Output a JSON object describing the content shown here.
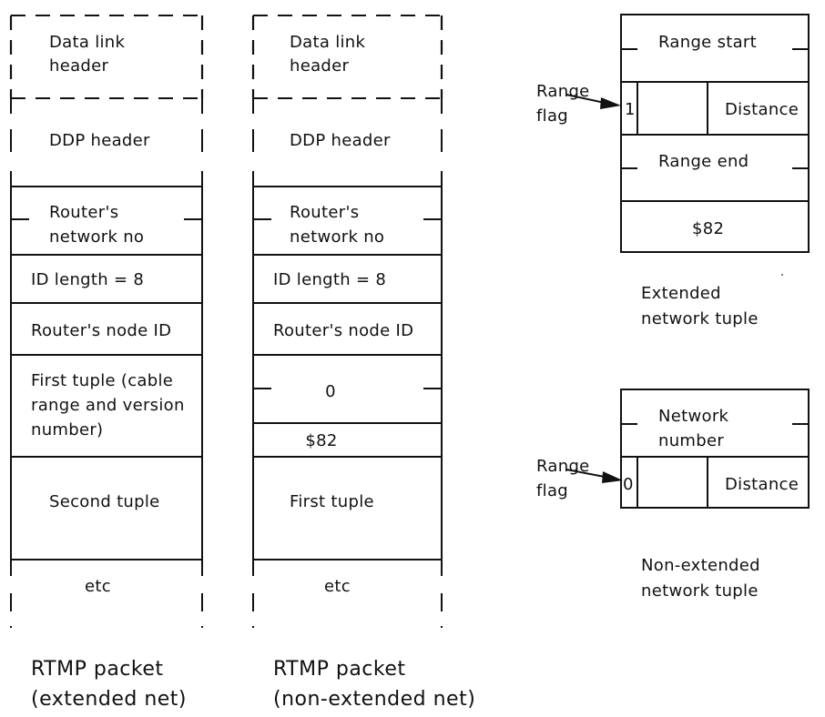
{
  "extended_packet": {
    "fields": [
      {
        "lines": [
          "Data link",
          "header"
        ]
      },
      {
        "lines": [
          "DDP header"
        ]
      },
      {
        "lines": [
          "Router's",
          "network no"
        ]
      },
      {
        "lines": [
          "ID length = 8"
        ]
      },
      {
        "lines": [
          "Router's node ID"
        ]
      },
      {
        "lines": [
          "First tuple (cable",
          "range and version",
          "number)"
        ]
      },
      {
        "lines": [
          "Second tuple"
        ]
      },
      {
        "lines": [
          "etc"
        ]
      }
    ],
    "caption": [
      "RTMP packet",
      "(extended net)"
    ]
  },
  "nonextended_packet": {
    "fields": [
      {
        "lines": [
          "Data link",
          "header"
        ]
      },
      {
        "lines": [
          "DDP header"
        ]
      },
      {
        "lines": [
          "Router's",
          "network no"
        ]
      },
      {
        "lines": [
          "ID length = 8"
        ]
      },
      {
        "lines": [
          "Router's node ID"
        ]
      },
      {
        "lines": [
          "0"
        ]
      },
      {
        "lines": [
          "$82"
        ]
      },
      {
        "lines": [
          "First tuple"
        ]
      },
      {
        "lines": [
          "etc"
        ]
      }
    ],
    "caption": [
      "RTMP packet",
      "(non-extended net)"
    ]
  },
  "extended_tuple": {
    "range_start": "Range start",
    "range_flag_value": "1",
    "distance": "Distance",
    "range_end": "Range end",
    "version": "$82",
    "pointer_label": [
      "Range",
      "flag"
    ],
    "caption": [
      "Extended",
      "network tuple"
    ]
  },
  "nonextended_tuple": {
    "network_number": [
      "Network",
      "number"
    ],
    "range_flag_value": "0",
    "distance": "Distance",
    "pointer_label": [
      "Range",
      "flag"
    ],
    "caption": [
      "Non-extended",
      "network tuple"
    ]
  }
}
